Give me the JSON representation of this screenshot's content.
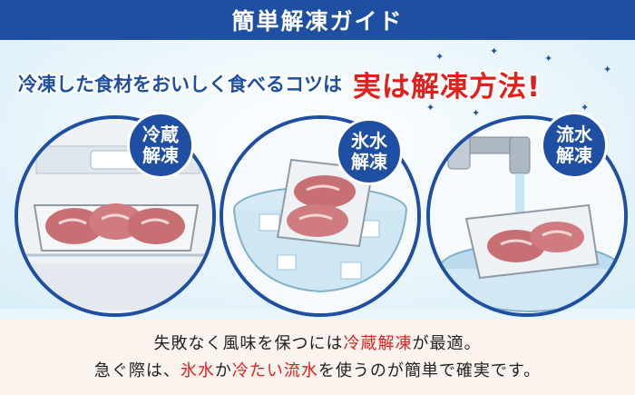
{
  "title": "簡単解凍ガイド",
  "headline": {
    "lead": "冷凍した食材をおいしく食べるコツは",
    "accent": "実は解凍方法!"
  },
  "methods": [
    {
      "label_line1": "冷蔵",
      "label_line2": "解凍",
      "icon": "refrigerator-meat-tray-illustration"
    },
    {
      "label_line1": "氷水",
      "label_line2": "解凍",
      "icon": "ice-water-bowl-illustration"
    },
    {
      "label_line1": "流水",
      "label_line2": "解凍",
      "icon": "running-water-faucet-illustration"
    }
  ],
  "footer": {
    "line1": {
      "part1": "失敗なく風味を保つには",
      "highlight1": "冷蔵解凍",
      "part2": "が最適。"
    },
    "line2": {
      "part1": "急ぐ際は、",
      "highlight1": "氷水",
      "part2": "か",
      "highlight2": "冷たい流水",
      "part3": "を使うのが簡単で確実です。"
    }
  },
  "colors": {
    "primary_blue": "#1e4fa3",
    "accent_red": "#e0201b",
    "background": "#eaf6fb",
    "footer_bg": "#fbf3ee"
  }
}
